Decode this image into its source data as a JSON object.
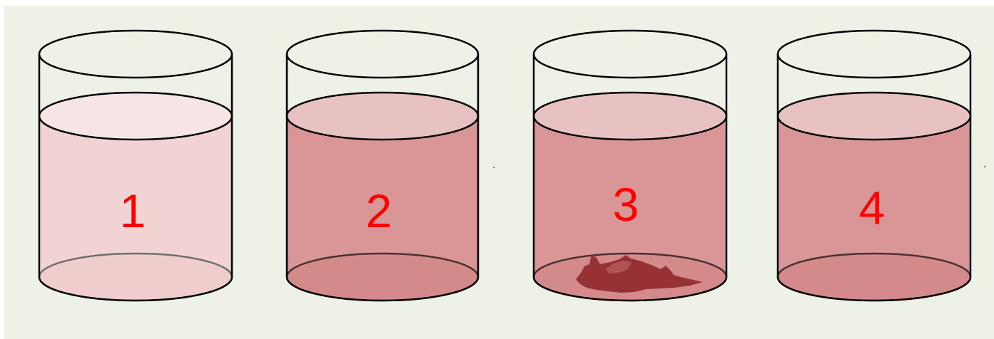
{
  "beakers": [
    {
      "label": "1",
      "liquid_color": "#f2d3d3",
      "surface_color": "#f7e5e5",
      "bottom_color": "#f0cdcd",
      "has_sediment": false
    },
    {
      "label": "2",
      "liquid_color": "#da9696",
      "surface_color": "#e8c1c1",
      "bottom_color": "#d48a8a",
      "has_sediment": false
    },
    {
      "label": "3",
      "liquid_color": "#da9696",
      "surface_color": "#e8c1c1",
      "bottom_color": "#d48a8a",
      "has_sediment": true,
      "sediment_color": "#963233"
    },
    {
      "label": "4",
      "liquid_color": "#da9696",
      "surface_color": "#e8c1c1",
      "bottom_color": "#d48a8a",
      "has_sediment": false
    }
  ],
  "colors": {
    "background": "#eef1e5",
    "outline": "#000000",
    "label": "#ff0000"
  }
}
